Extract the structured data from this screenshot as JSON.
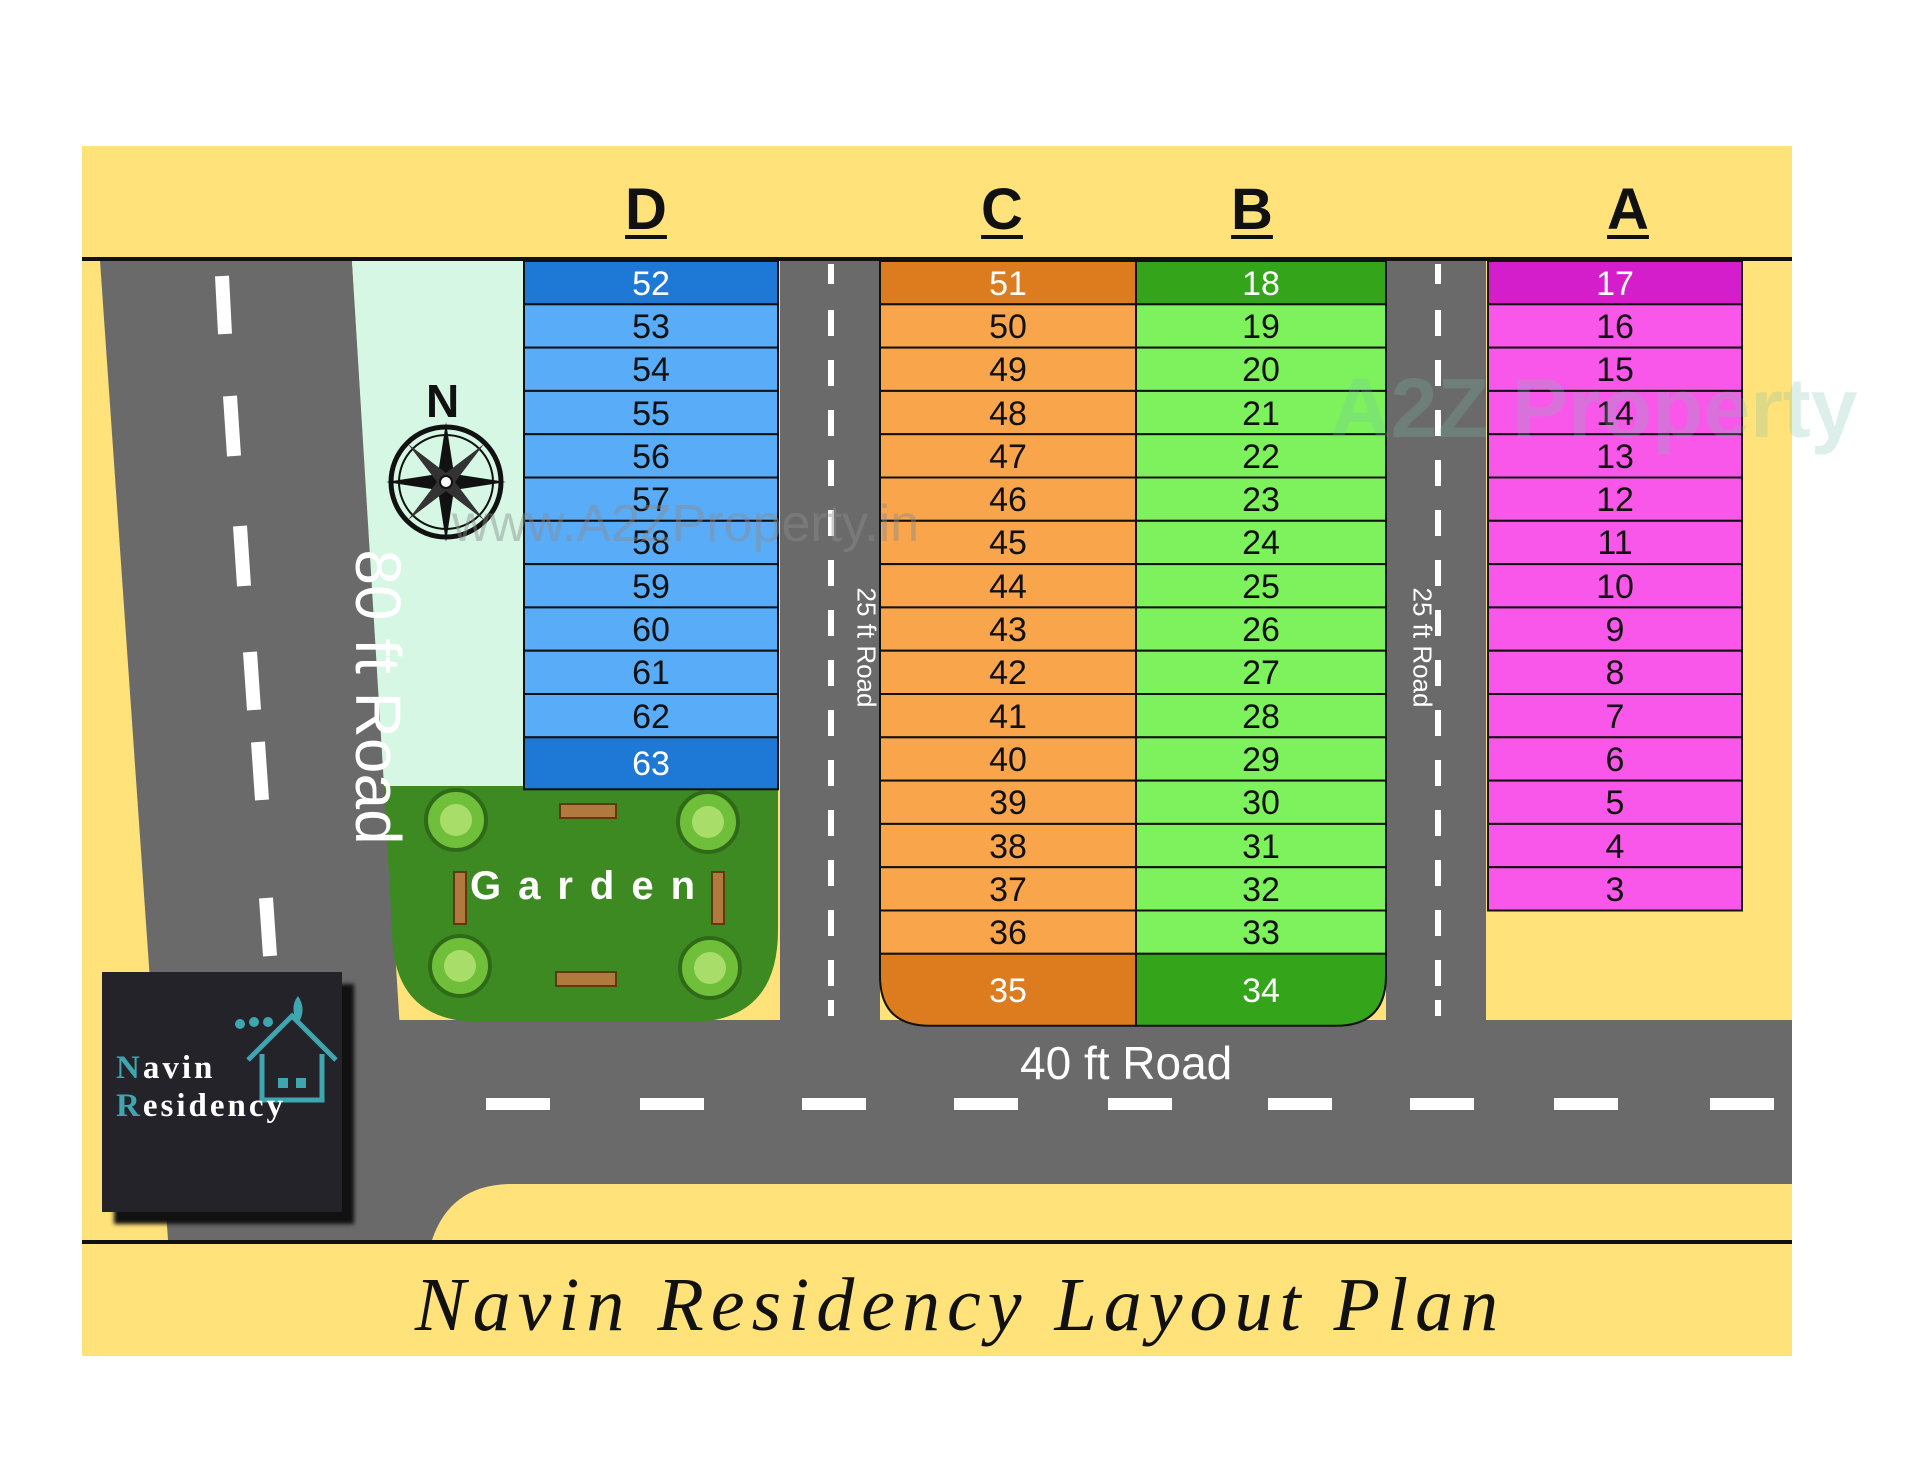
{
  "title": "Navin Residency Layout Plan",
  "watermarks": [
    "www.A2ZProperty.in",
    "A2Z Property"
  ],
  "compass": {
    "label": "N"
  },
  "garden": {
    "label": "Garden"
  },
  "logo": {
    "line1_initial": "N",
    "line1_rest": "avin",
    "line2_initial": "R",
    "line2_rest": "esidency"
  },
  "roads": {
    "main_left": "80 ft Road",
    "main_bottom": "40 ft Road",
    "inner_left": "25 ft Road",
    "inner_right": "25 ft Road"
  },
  "colors": {
    "background": "#ffe27a",
    "road": "#6b6a6a",
    "garden": "#3e8a22",
    "open_space": "#d5f7e4",
    "block_d": "#58acf8",
    "block_d_corner": "#1e78d6",
    "block_c": "#f8a54b",
    "block_c_corner": "#dd7c1f",
    "block_b": "#7ef25c",
    "block_b_corner": "#34a41a",
    "block_a": "#f957ea",
    "block_a_corner": "#d41ecb"
  },
  "blocks": [
    {
      "name": "D",
      "plots": [
        "52",
        "53",
        "54",
        "55",
        "56",
        "57",
        "58",
        "59",
        "60",
        "61",
        "62",
        "63"
      ]
    },
    {
      "name": "C",
      "plots": [
        "51",
        "50",
        "49",
        "48",
        "47",
        "46",
        "45",
        "44",
        "43",
        "42",
        "41",
        "40",
        "39",
        "38",
        "37",
        "36",
        "35"
      ]
    },
    {
      "name": "B",
      "plots": [
        "18",
        "19",
        "20",
        "21",
        "22",
        "23",
        "24",
        "25",
        "26",
        "27",
        "28",
        "29",
        "30",
        "31",
        "32",
        "33",
        "34"
      ]
    },
    {
      "name": "A",
      "plots": [
        "17",
        "16",
        "15",
        "14",
        "13",
        "12",
        "11",
        "10",
        "9",
        "8",
        "7",
        "6",
        "5",
        "4",
        "3"
      ]
    }
  ]
}
